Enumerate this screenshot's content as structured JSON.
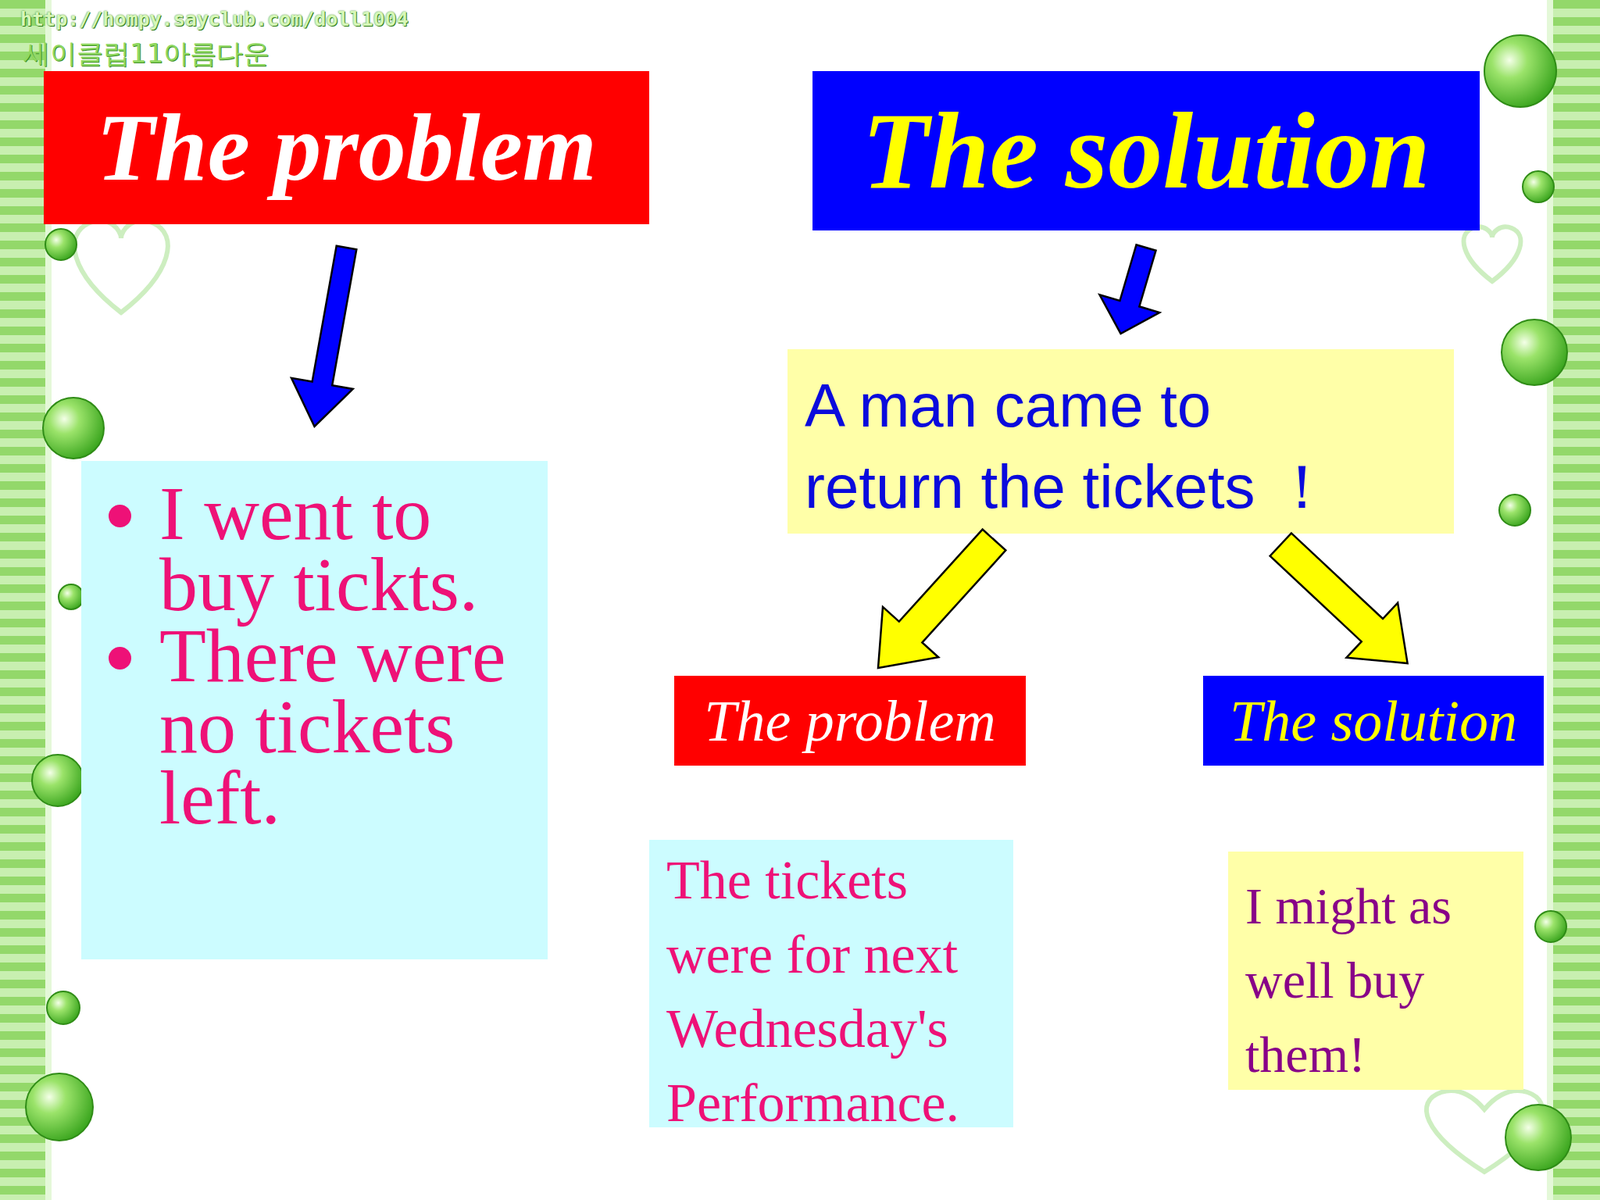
{
  "diagram": {
    "nodes": [
      {
        "text": [
          "The problem"
        ]
      },
      {
        "text": [
          "I went to buy tickts.",
          "There were no tickets left."
        ]
      },
      {
        "text": [
          "The solution"
        ]
      },
      {
        "text": [
          "A man came to return the tickets ！"
        ]
      },
      {
        "text": [
          "The problem"
        ]
      },
      {
        "text": [
          "The solution"
        ]
      },
      {
        "text": [
          "The tickets were for next Wednesday's Performance."
        ]
      },
      {
        "text": [
          "I might as well buy them!"
        ]
      }
    ],
    "edges": [
      {
        "from": 0,
        "to": 1,
        "arrow": "to"
      },
      {
        "from": 2,
        "to": 3,
        "arrow": "to"
      },
      {
        "from": 3,
        "to": 4,
        "arrow": "to"
      },
      {
        "from": 3,
        "to": 5,
        "arrow": "to"
      }
    ],
    "labels": [
      "http://hompy.sayclub.com/doll1004",
      "세이클럽11아름다운"
    ]
  }
}
